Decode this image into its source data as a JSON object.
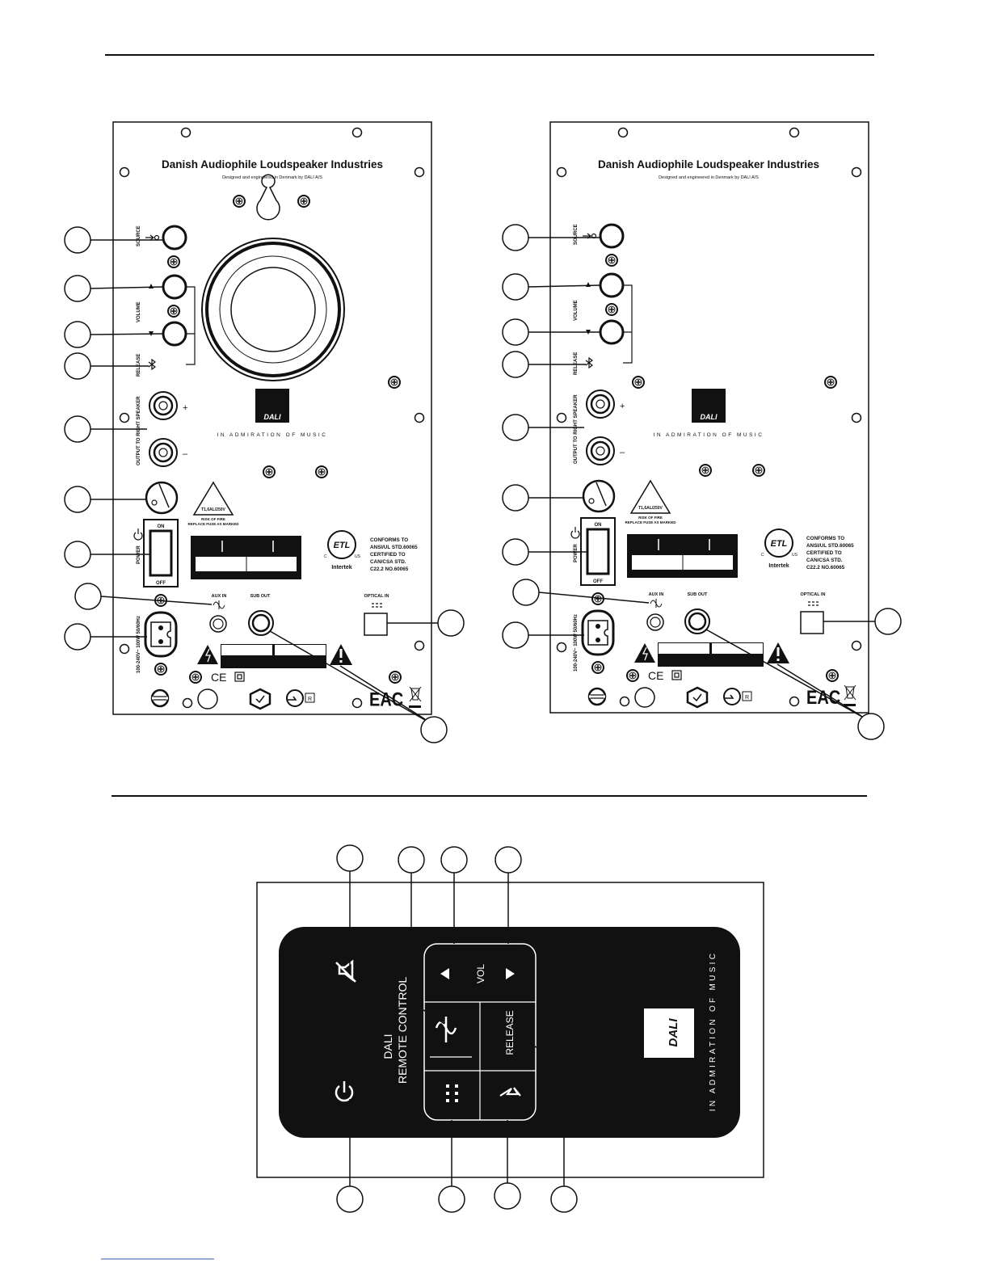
{
  "panels": [
    {
      "id": "left",
      "title": "Danish Audiophile Loudspeaker Industries",
      "subtitle": "Designed and engineered in Denmark by DALI A/S",
      "labels": {
        "source": "SOURCE",
        "volume": "VOLUME",
        "release": "RELEASE",
        "output": "OUTPUT TO RIGHT SPEAKER",
        "power": "POWER",
        "on": "ON",
        "off": "OFF",
        "mains": "100-240V~ 100W 50/60Hz",
        "aux_in": "AUX IN",
        "sub_out": "SUB OUT",
        "optical_in": "OPTICAL IN",
        "fuse_rating": "T1,6AL/250V",
        "fuse_warning_1": "RISK OF FIRE",
        "fuse_warning_2": "REPLACE FUSE AS MARKED",
        "conforms_1": "CONFORMS TO",
        "conforms_2": "ANSI/UL STD.60065",
        "conforms_3": "CERTIFIED TO",
        "conforms_4": "CAN/CSA STD.",
        "conforms_5": "C22.2 NO.60065",
        "etl_c": "C",
        "etl_us": "US",
        "intertek": "Intertek",
        "logo": "DALI",
        "tagline": "IN ADMIRATION OF MUSIC",
        "plus": "+",
        "minus": "–",
        "ce": "CE",
        "eac": "EAC"
      }
    },
    {
      "id": "right",
      "title": "Danish Audiophile Loudspeaker Industries",
      "subtitle": "Designed and engineered in Denmark by DALI A/S",
      "labels": {
        "source": "SOURCE",
        "volume": "VOLUME",
        "release": "RELEASE",
        "output": "OUTPUT TO RIGHT SPEAKER",
        "power": "POWER",
        "on": "ON",
        "off": "OFF",
        "mains": "100-240V~ 100W 50/60Hz",
        "aux_in": "AUX IN",
        "sub_out": "SUB OUT",
        "optical_in": "OPTICAL IN",
        "fuse_rating": "T1,6AL/250V",
        "fuse_warning_1": "RISK OF FIRE",
        "fuse_warning_2": "REPLACE FUSE AS MARKED",
        "conforms_1": "CONFORMS TO",
        "conforms_2": "ANSI/UL STD.60065",
        "conforms_3": "CERTIFIED TO",
        "conforms_4": "CAN/CSA STD.",
        "conforms_5": "C22.2 NO.60065",
        "etl_c": "C",
        "etl_us": "US",
        "intertek": "Intertek",
        "logo": "DALI",
        "tagline": "IN ADMIRATION OF MUSIC",
        "plus": "+",
        "minus": "–",
        "ce": "CE",
        "eac": "EAC"
      }
    }
  ],
  "remote": {
    "title_line1": "DALI",
    "title_line2": "REMOTE CONTROL",
    "vol_label": "VOL",
    "release_label": "RELEASE",
    "logo": "DALI",
    "tagline": "IN ADMIRATION OF MUSIC"
  },
  "icons": {
    "mute": "mute-icon",
    "power": "power-icon",
    "aux": "aux-icon",
    "optical": "optical-icon",
    "bluetooth": "bluetooth-icon",
    "vol_down": "triangle-left-icon",
    "vol_up": "triangle-right-icon",
    "source": "source-icon"
  },
  "colors": {
    "ink": "#111111",
    "paper": "#ffffff",
    "remote_body": "#111111"
  }
}
